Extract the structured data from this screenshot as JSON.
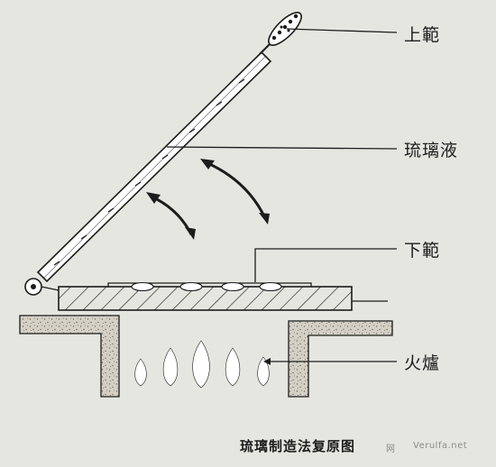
{
  "labels": {
    "upper_mold": "上範",
    "glass_liquid": "琉璃液",
    "lower_mold": "下範",
    "furnace": "火爐"
  },
  "caption": "琉璃制造法复原图",
  "watermark": {
    "char": "网",
    "site": "Verulfa.net"
  },
  "colors": {
    "background": "#e6e6e1",
    "line": "#1c1c1c",
    "flame": "#ffffff",
    "wall": "#d4d0c6"
  }
}
